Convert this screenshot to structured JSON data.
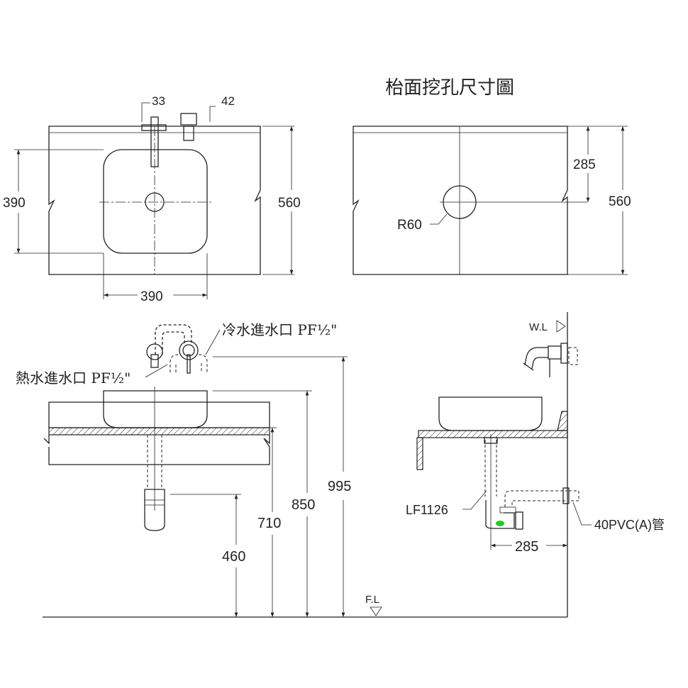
{
  "plan_view": {
    "dim_faucet_offset": "33",
    "dim_drain_offset": "42",
    "dim_basin_depth": "390",
    "dim_counter_depth": "560",
    "dim_basin_width": "390"
  },
  "cutout_view": {
    "title": "枱面挖孔尺寸圖",
    "dim_hole_center": "285",
    "dim_counter_depth": "560",
    "hole_radius": "R60"
  },
  "front_elevation": {
    "cold_inlet": "冷水進水口 PF½\"",
    "hot_inlet": "熱水進水口 PF½\"",
    "dim_faucet_height": "995",
    "dim_basin_rim": "850",
    "dim_counter_top": "710",
    "dim_drain": "460",
    "floor_label": "F.L"
  },
  "side_elevation": {
    "wall_label": "W.L",
    "drain_model": "LF1126",
    "pipe_label": "40PVC(A)管",
    "dim_wall_offset": "285"
  },
  "colors": {
    "line": "#222222",
    "marker": "#22cc22"
  }
}
